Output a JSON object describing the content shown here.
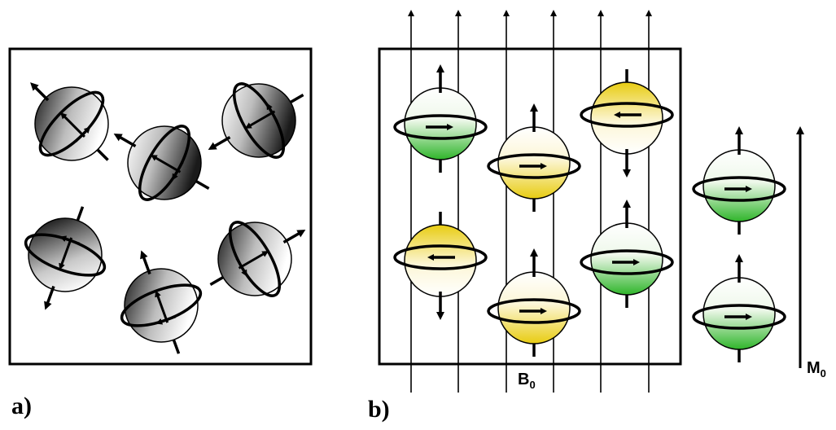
{
  "panel_a": {
    "label": "a)",
    "spins": [
      {
        "tone": "dark-left",
        "axis_deg": 135,
        "spin_dir": 1
      },
      {
        "tone": "dark-right",
        "axis_deg": 210,
        "spin_dir": 1
      },
      {
        "tone": "dark-right",
        "axis_deg": 150,
        "spin_dir": -1
      },
      {
        "tone": "dark-top",
        "axis_deg": 250,
        "spin_dir": 1
      },
      {
        "tone": "dark-left",
        "axis_deg": 110,
        "spin_dir": -1
      },
      {
        "tone": "dark-left",
        "axis_deg": 30,
        "spin_dir": 1
      }
    ]
  },
  "panel_b": {
    "label": "b)",
    "field_label": "B",
    "field_sub": "0",
    "magnetization_label": "M",
    "magnetization_sub": "0",
    "spins_in_box": [
      {
        "color": "green",
        "state": "up"
      },
      {
        "color": "yellow",
        "state": "down"
      },
      {
        "color": "yellow",
        "state": "up"
      },
      {
        "color": "yellow",
        "state": "up"
      },
      {
        "color": "yellow",
        "state": "down"
      },
      {
        "color": "green",
        "state": "up"
      }
    ],
    "net_spins": [
      {
        "color": "green",
        "state": "up"
      },
      {
        "color": "green",
        "state": "up"
      }
    ]
  },
  "colors": {
    "green": "#3fbf3a",
    "yellow": "#ecd21e",
    "dark": "#1e1e1e",
    "ink": "#000000"
  }
}
